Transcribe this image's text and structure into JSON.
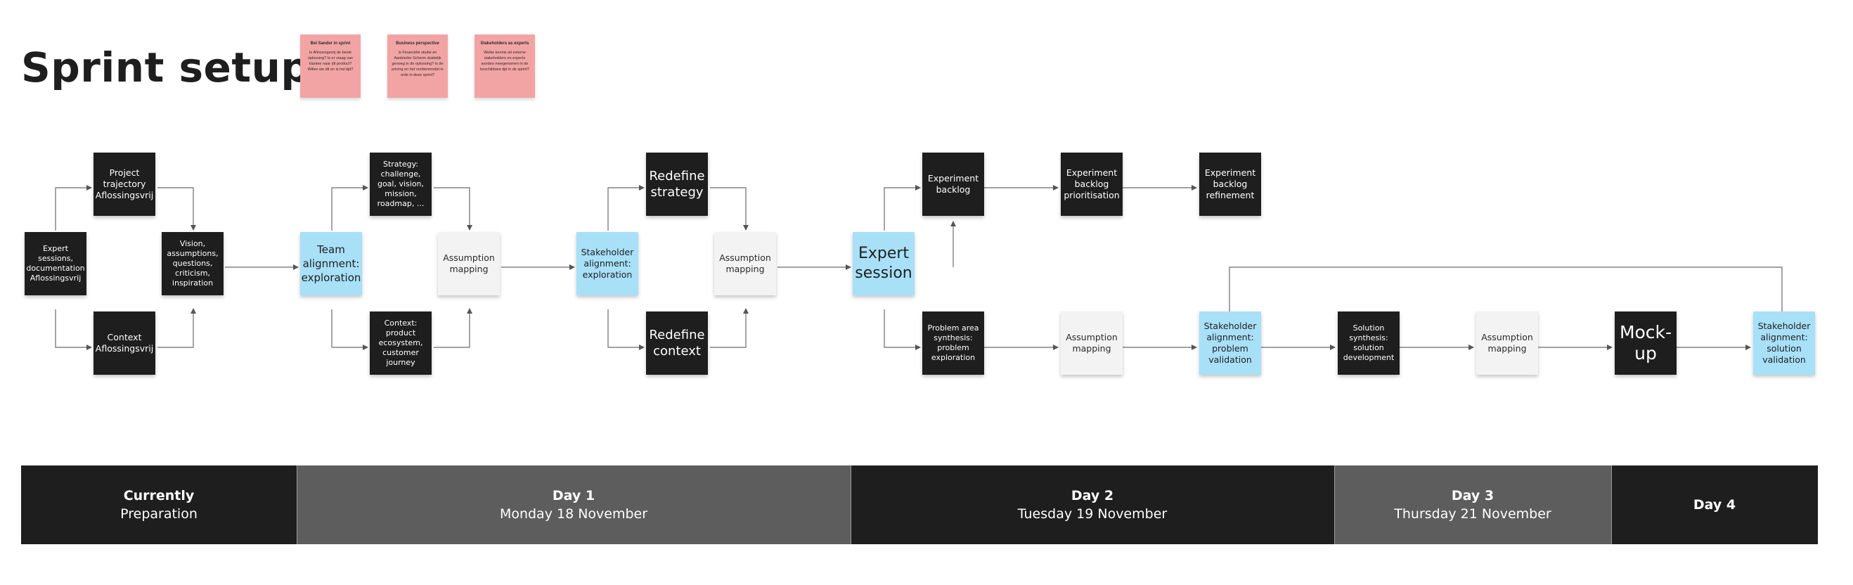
{
  "page": {
    "title": "Sprint setup"
  },
  "stickies": [
    {
      "heading": "Bel Sander in sprint",
      "body": "Is Aflossingsvrij de beste oplossing? Is er vraag van klanten naar dit product? Willen we dit en is het tijd?"
    },
    {
      "heading": "Business perspective",
      "body": "Is Financiële studie en Aanbieder Scherm duidelijk genoeg in de oplossing? Is de pricing en het verdienmodel in orde in deze sprint?"
    },
    {
      "heading": "Stakeholders as experts",
      "body": "Welke kennis uit externe stakeholders en experts worden meegenomen in de beschikbare tijd in de sprint?"
    }
  ],
  "nodes": {
    "expert_sessions": "Expert sessions, documentation Aflossingsvrij",
    "project_trajectory": "Project trajectory Aflossingsvrij",
    "context_aflos": "Context Aflossingsvrij",
    "vision": "Vision, assumptions, questions, criticism, inspiration",
    "team_alignment": "Team alignment: exploration",
    "strategy": "Strategy: challenge, goal, vision, mission, roadmap, ...",
    "context_product": "Context: product ecosystem, customer journey",
    "assumption_mapping_1": "Assumption mapping",
    "stakeholder_exploration": "Stakeholder alignment: exploration",
    "redefine_strategy": "Redefine strategy",
    "redefine_context": "Redefine context",
    "assumption_mapping_2": "Assumption mapping",
    "expert_session": "Expert session",
    "experiment_backlog": "Experiment backlog",
    "backlog_prioritisation": "Experiment backlog prioritisation",
    "backlog_refinement": "Experiment backlog refinement",
    "problem_area": "Problem area synthesis: problem exploration",
    "assumption_mapping_3": "Assumption mapping",
    "stakeholder_problem": "Stakeholder alignment: problem validation",
    "solution_synthesis": "Solution synthesis: solution development",
    "assumption_mapping_4": "Assumption mapping",
    "mockup": "Mock-up",
    "stakeholder_solution": "Stakeholder alignment: solution validation"
  },
  "timeline": [
    {
      "label": "Currently",
      "sub": "Preparation"
    },
    {
      "label": "Day 1",
      "sub": "Monday 18 November"
    },
    {
      "label": "Day 2",
      "sub": "Tuesday 19 November"
    },
    {
      "label": "Day 3",
      "sub": "Thursday 21 November"
    },
    {
      "label": "Day 4",
      "sub": ""
    }
  ],
  "colors": {
    "dark": "#1e1e1e",
    "light": "#f3f3f4",
    "blue": "#a8e0f8",
    "sticky": "#f2a4a4",
    "timeline_grey": "#5d5d5d"
  }
}
